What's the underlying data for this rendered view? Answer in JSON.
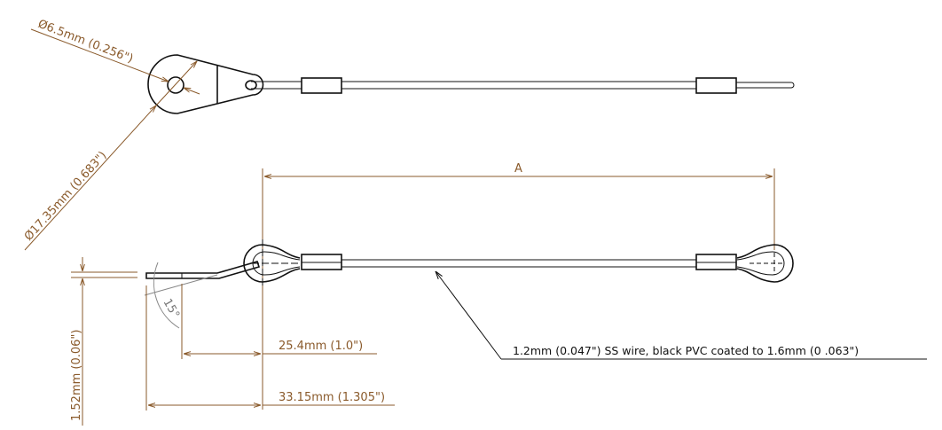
{
  "drawing": {
    "hole_diameter_label": "Ø6.5mm  (0.256\")",
    "outer_diameter_label": "Ø17.35mm  (0.683\")",
    "length_label": "A",
    "thickness_label": "1.52mm  (0.06\")",
    "bend_angle_label": "15°",
    "offset_short_label": "25.4mm  (1.0\")",
    "offset_long_label": "33.15mm  (1.305\")",
    "wire_note": "1.2mm (0.047\") SS wire, black PVC coated to 1.6mm (0 .063\")"
  },
  "colors": {
    "dimension": "#8a5a2b",
    "object": "#111111"
  }
}
